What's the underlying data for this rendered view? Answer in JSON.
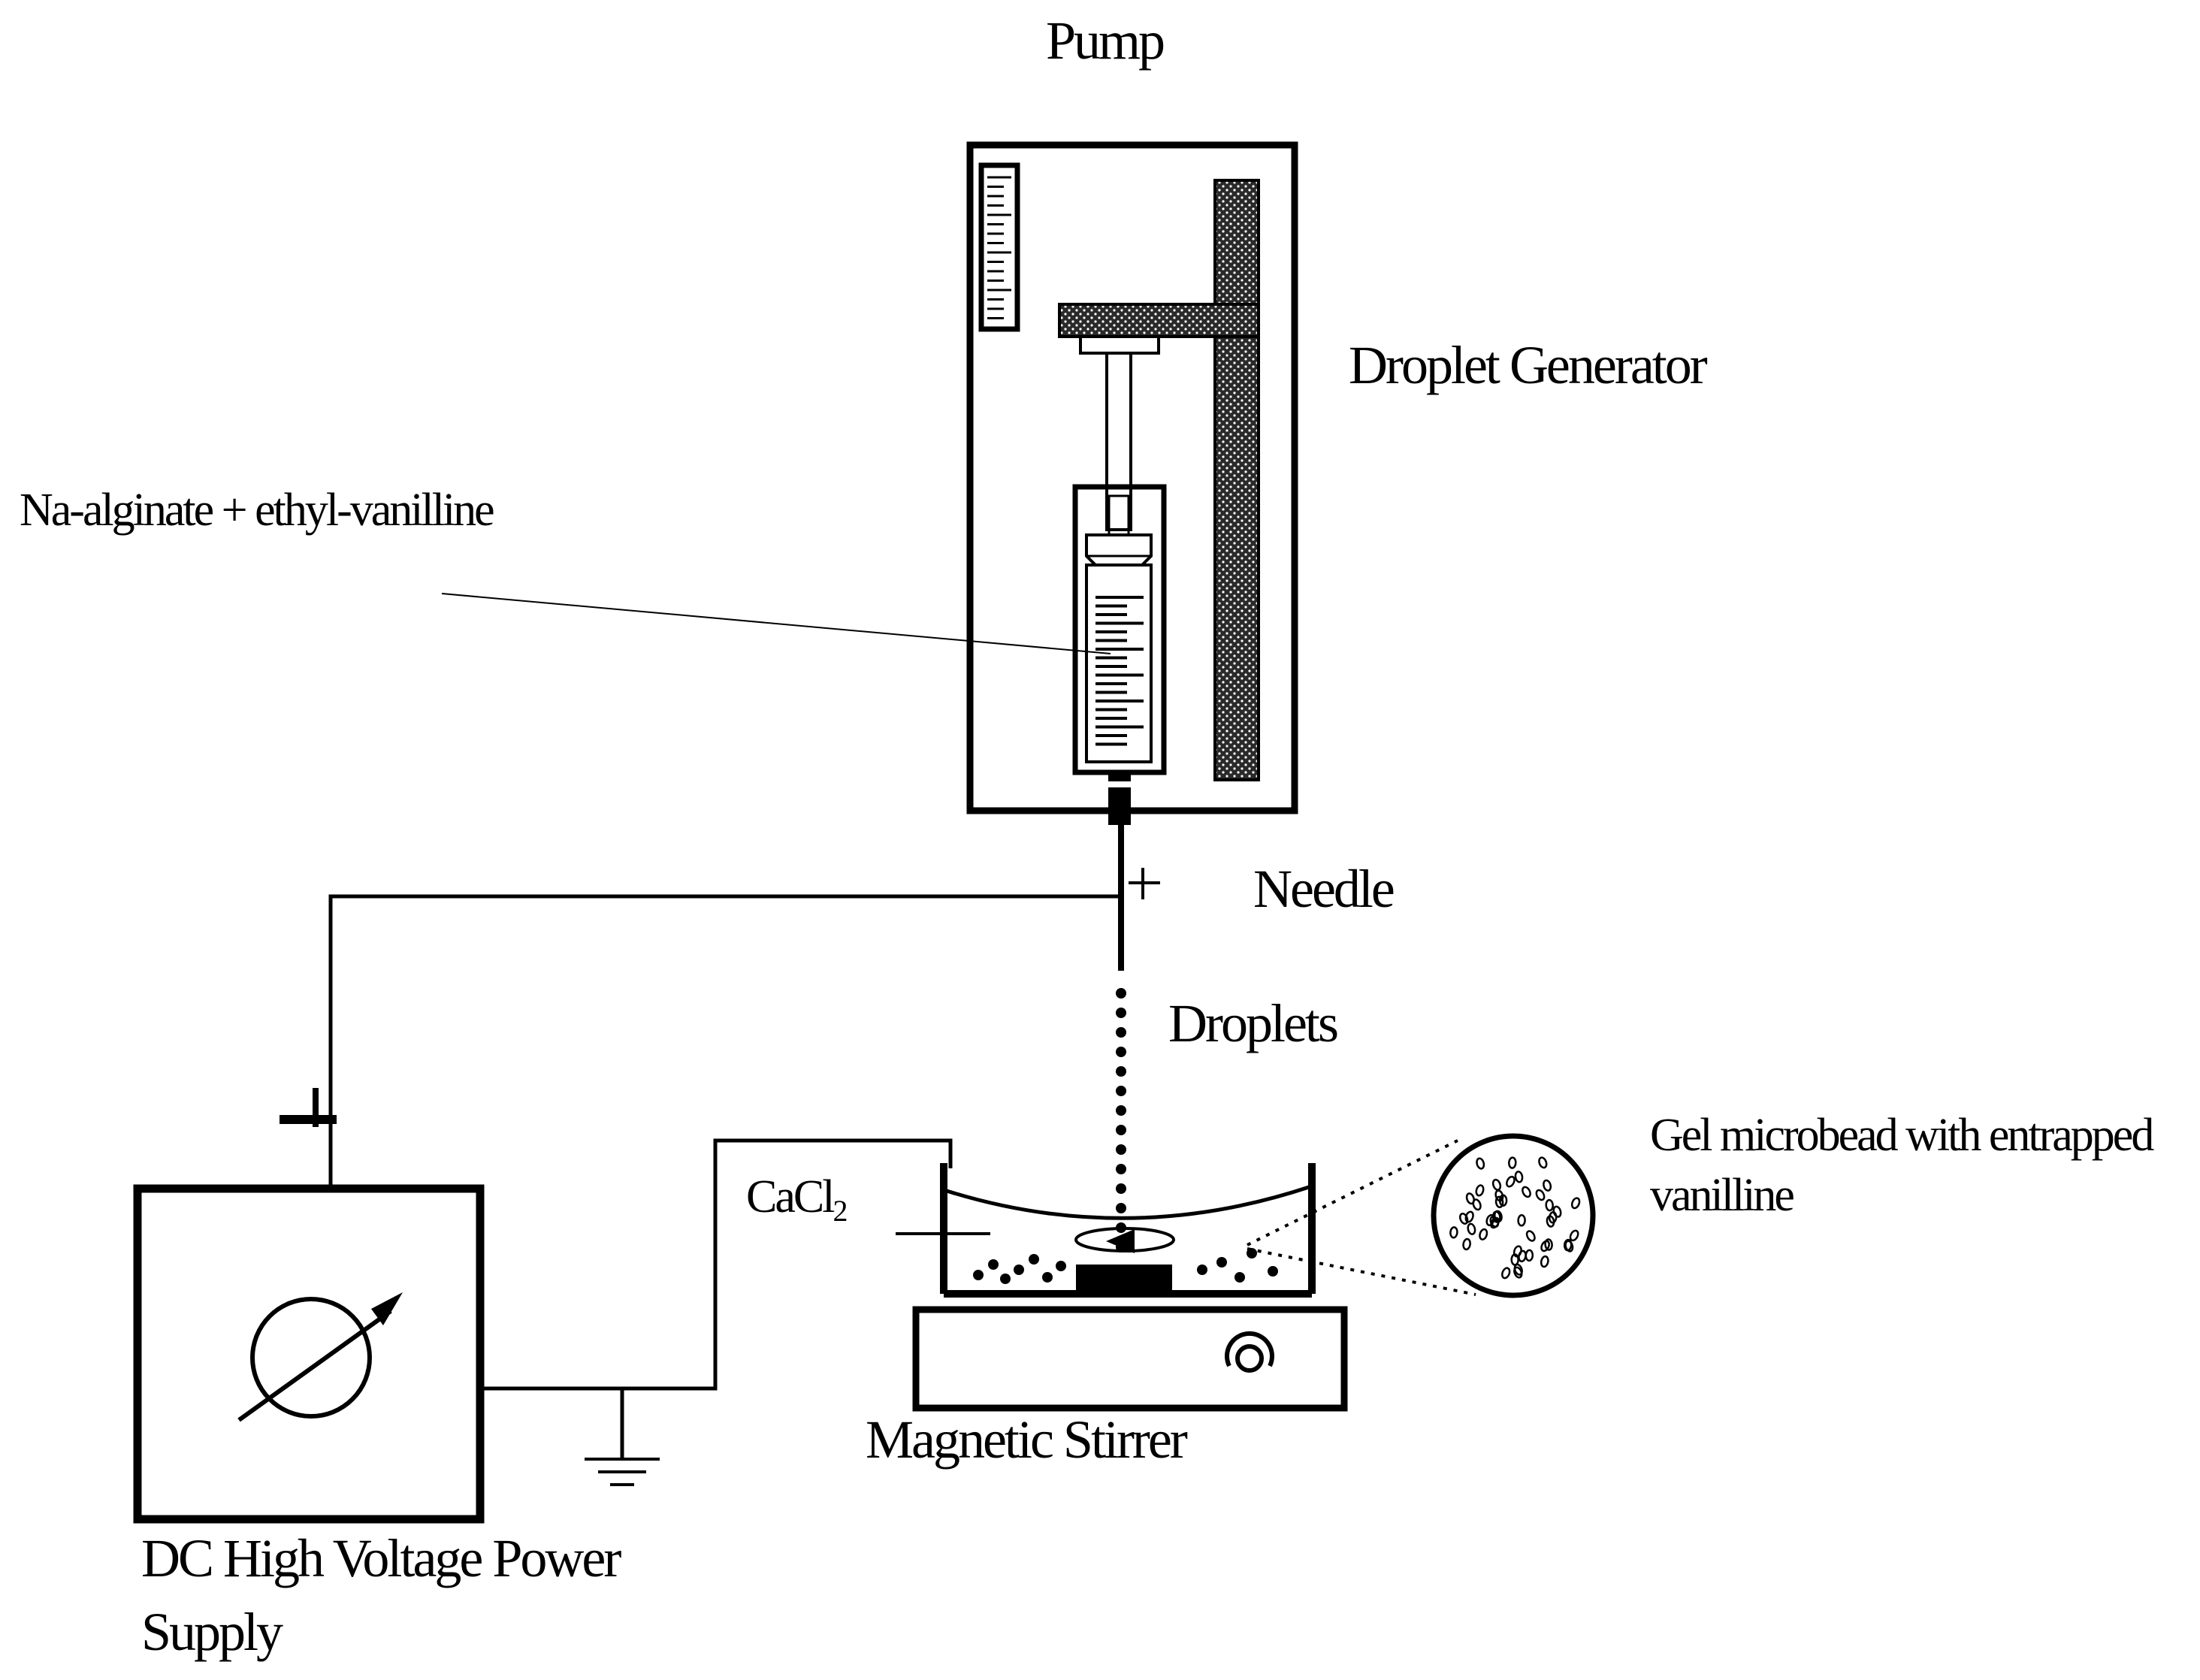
{
  "labels": {
    "pump": "Pump",
    "droplet_generator": "Droplet Generator",
    "solution": "Na-alginate + ethyl-vanilline",
    "needle": "Needle",
    "droplets": "Droplets",
    "cacl2_main": "CaCl",
    "cacl2_sub": "2",
    "microbead_line1": "Gel microbead with entrapped",
    "microbead_line2": "vanilline",
    "stirrer": "Magnetic Stirrer",
    "power_supply_line1": "DC High Voltage Power",
    "power_supply_line2": "Supply",
    "plus_sign": "+"
  },
  "colors": {
    "ink": "#000000",
    "background": "#ffffff"
  }
}
